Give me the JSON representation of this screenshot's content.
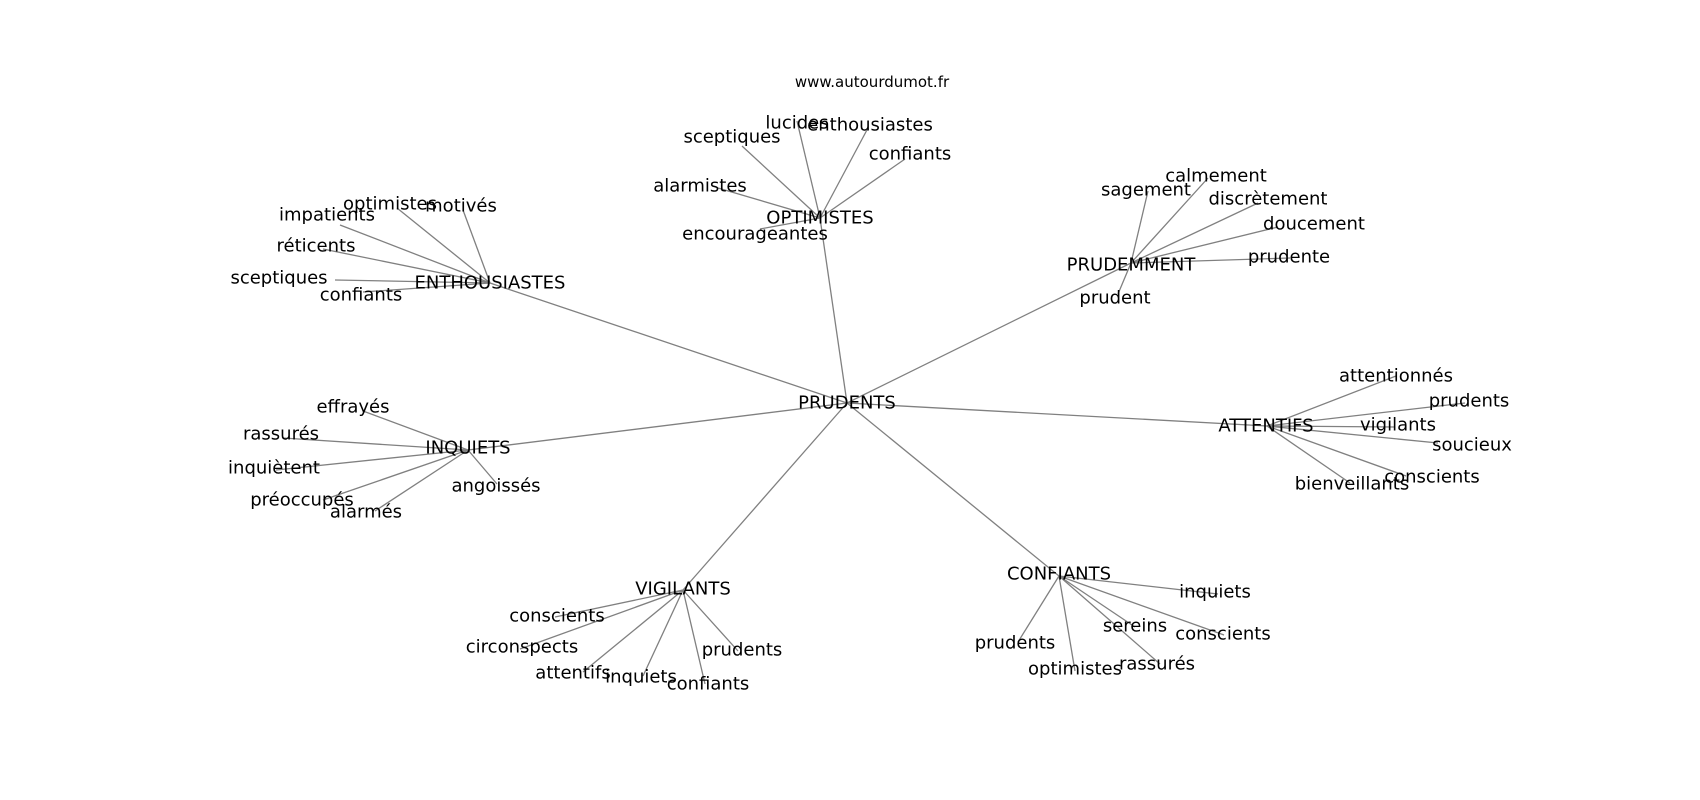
{
  "site": "www.autourdumot.fr",
  "colors": {
    "edge": "#808080",
    "text": "#000000",
    "background": "#ffffff"
  },
  "graph": {
    "root": "PRUDENTS",
    "clusters": [
      {
        "name": "OPTIMISTES",
        "children": [
          "lucides",
          "enthousiastes",
          "sceptiques",
          "confiants",
          "alarmistes",
          "encourageantes"
        ]
      },
      {
        "name": "ENTHOUSIASTES",
        "children": [
          "optimistes",
          "motivés",
          "impatients",
          "réticents",
          "sceptiques",
          "confiants"
        ]
      },
      {
        "name": "PRUDEMMENT",
        "children": [
          "calmement",
          "sagement",
          "discrètement",
          "doucement",
          "prudente",
          "prudent"
        ]
      },
      {
        "name": "INQUIETS",
        "children": [
          "effrayés",
          "rassurés",
          "inquiètent",
          "angoissés",
          "préoccupés",
          "alarmés"
        ]
      },
      {
        "name": "ATTENTIFS",
        "children": [
          "attentionnés",
          "prudents",
          "vigilants",
          "soucieux",
          "conscients",
          "bienveillants"
        ]
      },
      {
        "name": "VIGILANTS",
        "children": [
          "conscients",
          "circonspects",
          "attentifs",
          "inquiets",
          "prudents",
          "confiants"
        ]
      },
      {
        "name": "CONFIANTS",
        "children": [
          "inquiets",
          "sereins",
          "conscients",
          "prudents",
          "optimistes",
          "rassurés"
        ]
      }
    ]
  }
}
